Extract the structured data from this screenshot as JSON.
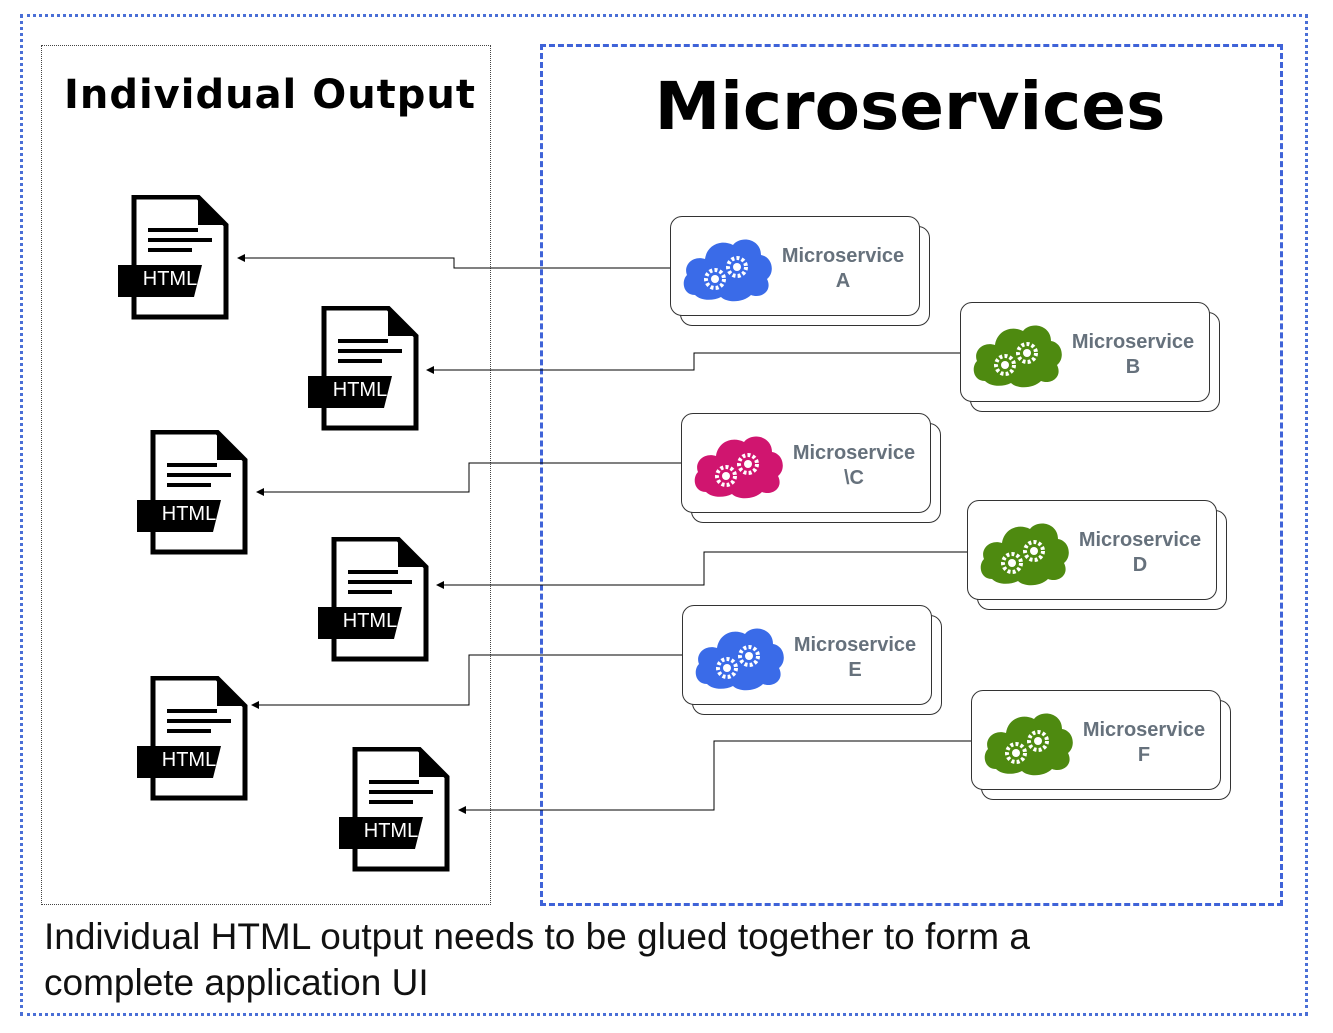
{
  "titles": {
    "left": "Individual Output",
    "right": "Microservices"
  },
  "caption": "Individual HTML output needs to be glued together to form a complete application UI",
  "html_label": "HTML",
  "colors": {
    "blue": "#3a6be8",
    "green": "#4e8a10",
    "magenta": "#d0156f",
    "label": "#66717c"
  },
  "documents": [
    {
      "label": "HTML"
    },
    {
      "label": "HTML"
    },
    {
      "label": "HTML"
    },
    {
      "label": "HTML"
    },
    {
      "label": "HTML"
    },
    {
      "label": "HTML"
    }
  ],
  "microservices": [
    {
      "name": "Microservice",
      "id": "A",
      "color": "blue",
      "icon": "cloud-gears-icon"
    },
    {
      "name": "Microservice",
      "id": "B",
      "color": "green",
      "icon": "cloud-gears-icon"
    },
    {
      "name": "Microservice",
      "id": "\\C",
      "color": "magenta",
      "icon": "cloud-gears-icon"
    },
    {
      "name": "Microservice",
      "id": "D",
      "color": "green",
      "icon": "cloud-gears-icon"
    },
    {
      "name": "Microservice",
      "id": "E",
      "color": "blue",
      "icon": "cloud-gears-icon"
    },
    {
      "name": "Microservice",
      "id": "F",
      "color": "green",
      "icon": "cloud-gears-icon"
    }
  ]
}
